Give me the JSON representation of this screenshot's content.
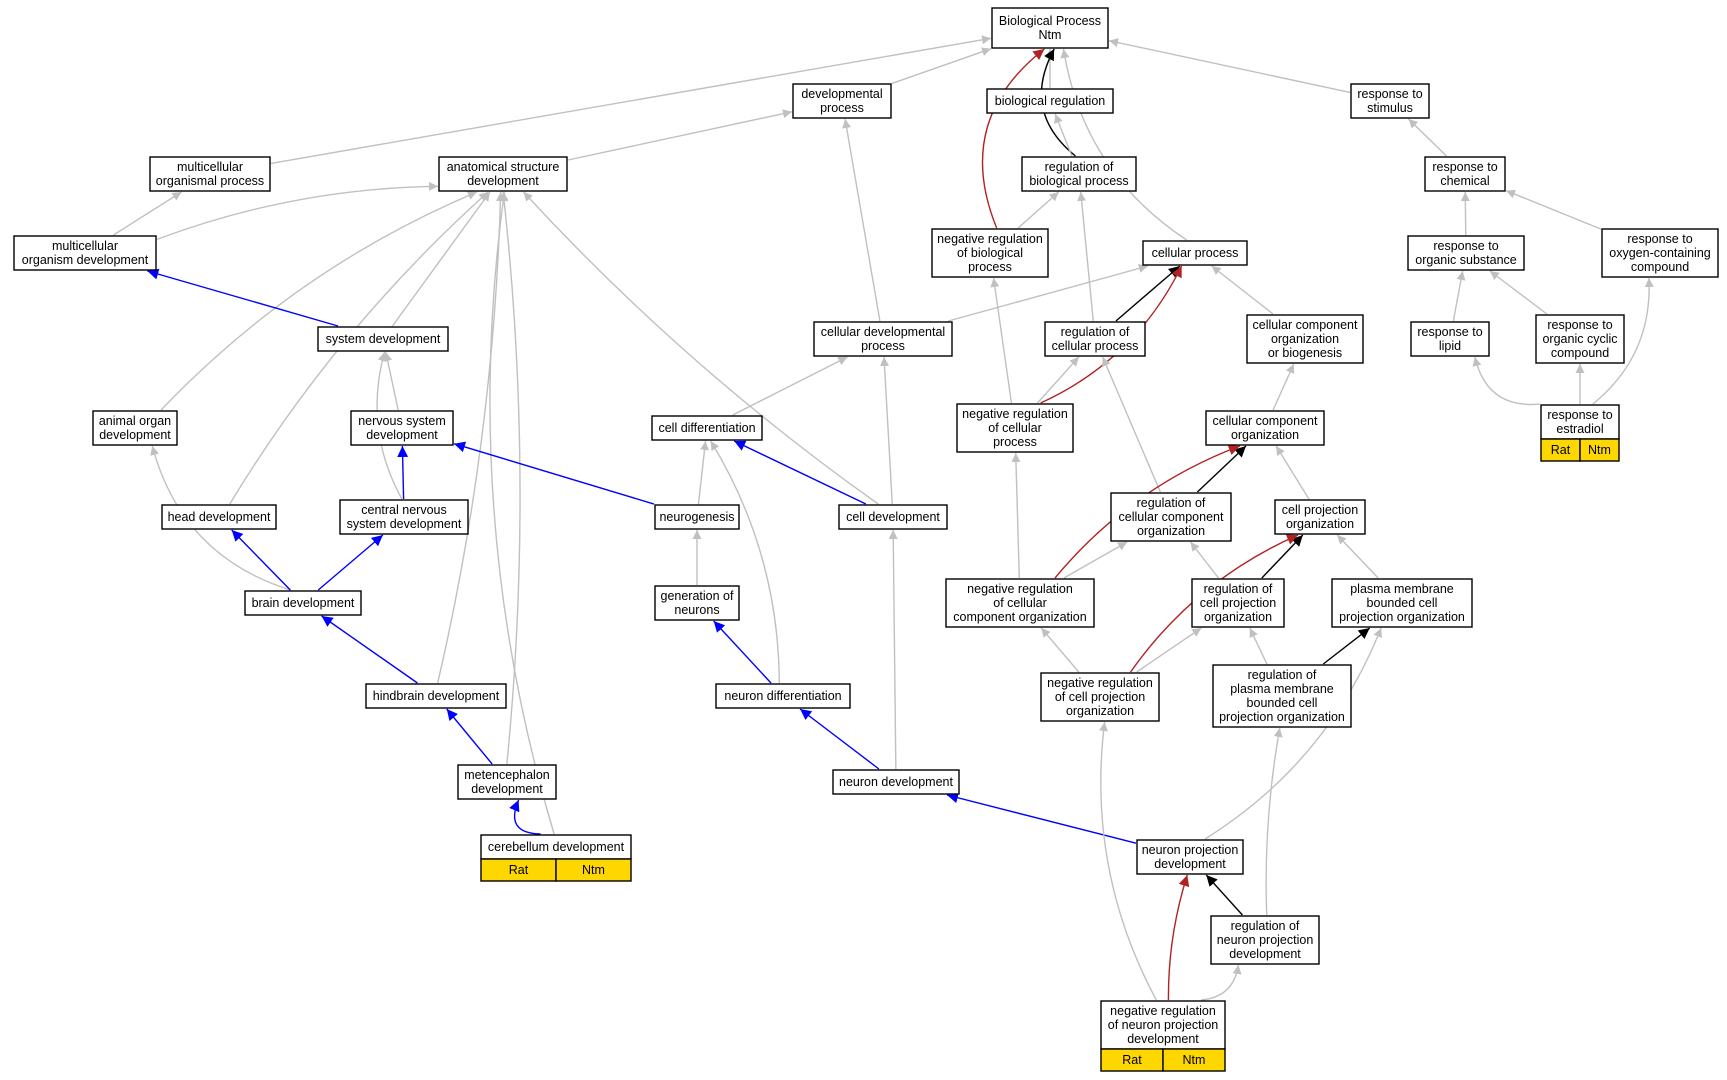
{
  "graph": {
    "root_title": "Biological Process",
    "root_gene": "Ntm",
    "tag_labels": [
      "Rat",
      "Ntm"
    ],
    "edge_colors": {
      "is_a": "#c0c0c0",
      "part_of": "#0000ff",
      "regulates": "#000000",
      "negatively_regulates": "#b22222"
    },
    "nodes": [
      {
        "id": "bp",
        "lines": [
          "Biological Process",
          "Ntm"
        ]
      },
      {
        "id": "dev_proc",
        "lines": [
          "developmental",
          "process"
        ]
      },
      {
        "id": "bio_reg",
        "lines": [
          "biological regulation"
        ]
      },
      {
        "id": "resp_stim",
        "lines": [
          "response to",
          "stimulus"
        ]
      },
      {
        "id": "multi_proc",
        "lines": [
          "multicellular",
          "organismal process"
        ]
      },
      {
        "id": "anat_dev",
        "lines": [
          "anatomical structure",
          "development"
        ]
      },
      {
        "id": "reg_bio",
        "lines": [
          "regulation of",
          "biological process"
        ]
      },
      {
        "id": "resp_chem",
        "lines": [
          "response to",
          "chemical"
        ]
      },
      {
        "id": "multi_dev",
        "lines": [
          "multicellular",
          "organism development"
        ]
      },
      {
        "id": "neg_reg_bio",
        "lines": [
          "negative regulation",
          "of biological",
          "process"
        ]
      },
      {
        "id": "cell_proc",
        "lines": [
          "cellular process"
        ]
      },
      {
        "id": "resp_org",
        "lines": [
          "response to",
          "organic substance"
        ]
      },
      {
        "id": "resp_oxy",
        "lines": [
          "response to",
          "oxygen-containing",
          "compound"
        ]
      },
      {
        "id": "sys_dev",
        "lines": [
          "system development"
        ]
      },
      {
        "id": "cell_dev_proc",
        "lines": [
          "cellular developmental",
          "process"
        ]
      },
      {
        "id": "reg_cell",
        "lines": [
          "regulation of",
          "cellular process"
        ]
      },
      {
        "id": "ccob",
        "lines": [
          "cellular component",
          "organization",
          "or biogenesis"
        ]
      },
      {
        "id": "resp_lipid",
        "lines": [
          "response to",
          "lipid"
        ]
      },
      {
        "id": "resp_cyclic",
        "lines": [
          "response to",
          "organic cyclic",
          "compound"
        ]
      },
      {
        "id": "animal_organ",
        "lines": [
          "animal organ",
          "development"
        ]
      },
      {
        "id": "ns_dev",
        "lines": [
          "nervous system",
          "development"
        ]
      },
      {
        "id": "cell_diff",
        "lines": [
          "cell differentiation"
        ]
      },
      {
        "id": "neg_reg_cell",
        "lines": [
          "negative regulation",
          "of cellular",
          "process"
        ]
      },
      {
        "id": "cco",
        "lines": [
          "cellular component",
          "organization"
        ]
      },
      {
        "id": "resp_estradiol",
        "lines": [
          "response to",
          "estradiol"
        ],
        "tags": true
      },
      {
        "id": "head_dev",
        "lines": [
          "head development"
        ]
      },
      {
        "id": "cns_dev",
        "lines": [
          "central nervous",
          "system development"
        ]
      },
      {
        "id": "neurogenesis",
        "lines": [
          "neurogenesis"
        ]
      },
      {
        "id": "cell_dev",
        "lines": [
          "cell development"
        ]
      },
      {
        "id": "reg_cco",
        "lines": [
          "regulation of",
          "cellular component",
          "organization"
        ]
      },
      {
        "id": "cpo",
        "lines": [
          "cell projection",
          "organization"
        ]
      },
      {
        "id": "brain_dev",
        "lines": [
          "brain development"
        ]
      },
      {
        "id": "gen_neurons",
        "lines": [
          "generation of",
          "neurons"
        ]
      },
      {
        "id": "neg_reg_cco",
        "lines": [
          "negative regulation",
          "of cellular",
          "component organization"
        ]
      },
      {
        "id": "reg_cpo",
        "lines": [
          "regulation of",
          "cell projection",
          "organization"
        ]
      },
      {
        "id": "pmbcpo",
        "lines": [
          "plasma membrane",
          "bounded cell",
          "projection organization"
        ]
      },
      {
        "id": "hind_dev",
        "lines": [
          "hindbrain development"
        ]
      },
      {
        "id": "neuron_diff",
        "lines": [
          "neuron differentiation"
        ]
      },
      {
        "id": "neg_reg_cpo",
        "lines": [
          "negative regulation",
          "of cell projection",
          "organization"
        ]
      },
      {
        "id": "reg_pmbcpo",
        "lines": [
          "regulation of",
          "plasma membrane",
          "bounded cell",
          "projection organization"
        ]
      },
      {
        "id": "met_dev",
        "lines": [
          "metencephalon",
          "development"
        ]
      },
      {
        "id": "neuron_dev",
        "lines": [
          "neuron development"
        ]
      },
      {
        "id": "cereb_dev",
        "lines": [
          "cerebellum development"
        ],
        "tags": true
      },
      {
        "id": "npd",
        "lines": [
          "neuron projection",
          "development"
        ]
      },
      {
        "id": "reg_npd",
        "lines": [
          "regulation of",
          "neuron projection",
          "development"
        ]
      },
      {
        "id": "neg_reg_npd",
        "lines": [
          "negative regulation",
          "of neuron projection",
          "development"
        ],
        "tags": true
      }
    ],
    "edges": [
      {
        "from": "dev_proc",
        "to": "bp",
        "type": "is_a"
      },
      {
        "from": "bio_reg",
        "to": "bp",
        "type": "is_a"
      },
      {
        "from": "resp_stim",
        "to": "bp",
        "type": "is_a"
      },
      {
        "from": "multi_proc",
        "to": "bp",
        "type": "is_a"
      },
      {
        "from": "cell_proc",
        "to": "bp",
        "type": "is_a"
      },
      {
        "from": "reg_bio",
        "to": "bp",
        "type": "regulates"
      },
      {
        "from": "neg_reg_bio",
        "to": "bp",
        "type": "negatively_regulates"
      },
      {
        "from": "anat_dev",
        "to": "dev_proc",
        "type": "is_a"
      },
      {
        "from": "cell_dev_proc",
        "to": "dev_proc",
        "type": "is_a"
      },
      {
        "from": "reg_bio",
        "to": "bio_reg",
        "type": "is_a"
      },
      {
        "from": "neg_reg_bio",
        "to": "reg_bio",
        "type": "is_a"
      },
      {
        "from": "reg_cell",
        "to": "reg_bio",
        "type": "is_a"
      },
      {
        "from": "resp_chem",
        "to": "resp_stim",
        "type": "is_a"
      },
      {
        "from": "resp_org",
        "to": "resp_chem",
        "type": "is_a"
      },
      {
        "from": "resp_oxy",
        "to": "resp_chem",
        "type": "is_a"
      },
      {
        "from": "multi_dev",
        "to": "multi_proc",
        "type": "is_a"
      },
      {
        "from": "multi_dev",
        "to": "anat_dev",
        "type": "is_a"
      },
      {
        "from": "sys_dev",
        "to": "anat_dev",
        "type": "is_a"
      },
      {
        "from": "animal_organ",
        "to": "anat_dev",
        "type": "is_a"
      },
      {
        "from": "head_dev",
        "to": "anat_dev",
        "type": "is_a"
      },
      {
        "from": "hind_dev",
        "to": "anat_dev",
        "type": "is_a"
      },
      {
        "from": "met_dev",
        "to": "anat_dev",
        "type": "is_a"
      },
      {
        "from": "cereb_dev",
        "to": "anat_dev",
        "type": "is_a"
      },
      {
        "from": "cell_dev",
        "to": "anat_dev",
        "type": "is_a"
      },
      {
        "from": "sys_dev",
        "to": "multi_dev",
        "type": "part_of"
      },
      {
        "from": "ns_dev",
        "to": "sys_dev",
        "type": "is_a"
      },
      {
        "from": "cns_dev",
        "to": "sys_dev",
        "type": "is_a"
      },
      {
        "from": "cns_dev",
        "to": "ns_dev",
        "type": "part_of"
      },
      {
        "from": "neurogenesis",
        "to": "ns_dev",
        "type": "part_of"
      },
      {
        "from": "cell_dev_proc",
        "to": "cell_proc",
        "type": "is_a"
      },
      {
        "from": "ccob",
        "to": "cell_proc",
        "type": "is_a"
      },
      {
        "from": "reg_cell",
        "to": "cell_proc",
        "type": "regulates"
      },
      {
        "from": "neg_reg_cell",
        "to": "cell_proc",
        "type": "negatively_regulates"
      },
      {
        "from": "neg_reg_cell",
        "to": "neg_reg_bio",
        "type": "is_a"
      },
      {
        "from": "neg_reg_cell",
        "to": "reg_cell",
        "type": "is_a"
      },
      {
        "from": "reg_cco",
        "to": "reg_cell",
        "type": "is_a"
      },
      {
        "from": "cco",
        "to": "ccob",
        "type": "is_a"
      },
      {
        "from": "resp_lipid",
        "to": "resp_org",
        "type": "is_a"
      },
      {
        "from": "resp_cyclic",
        "to": "resp_org",
        "type": "is_a"
      },
      {
        "from": "resp_estradiol",
        "to": "resp_lipid",
        "type": "is_a"
      },
      {
        "from": "resp_estradiol",
        "to": "resp_cyclic",
        "type": "is_a"
      },
      {
        "from": "resp_estradiol",
        "to": "resp_oxy",
        "type": "is_a"
      },
      {
        "from": "brain_dev",
        "to": "animal_organ",
        "type": "is_a"
      },
      {
        "from": "cell_diff",
        "to": "cell_dev_proc",
        "type": "is_a"
      },
      {
        "from": "cell_dev",
        "to": "cell_dev_proc",
        "type": "is_a"
      },
      {
        "from": "neurogenesis",
        "to": "cell_diff",
        "type": "is_a"
      },
      {
        "from": "cell_dev",
        "to": "cell_diff",
        "type": "part_of"
      },
      {
        "from": "neuron_diff",
        "to": "cell_diff",
        "type": "is_a"
      },
      {
        "from": "reg_cco",
        "to": "cco",
        "type": "regulates"
      },
      {
        "from": "cpo",
        "to": "cco",
        "type": "is_a"
      },
      {
        "from": "neg_reg_cco",
        "to": "cco",
        "type": "negatively_regulates"
      },
      {
        "from": "neg_reg_cco",
        "to": "neg_reg_cell",
        "type": "is_a"
      },
      {
        "from": "neg_reg_cco",
        "to": "reg_cco",
        "type": "is_a"
      },
      {
        "from": "brain_dev",
        "to": "head_dev",
        "type": "part_of"
      },
      {
        "from": "brain_dev",
        "to": "cns_dev",
        "type": "part_of"
      },
      {
        "from": "gen_neurons",
        "to": "neurogenesis",
        "type": "is_a"
      },
      {
        "from": "neuron_diff",
        "to": "gen_neurons",
        "type": "part_of"
      },
      {
        "from": "neuron_dev",
        "to": "cell_dev",
        "type": "is_a"
      },
      {
        "from": "neuron_dev",
        "to": "neuron_diff",
        "type": "part_of"
      },
      {
        "from": "reg_cpo",
        "to": "reg_cco",
        "type": "is_a"
      },
      {
        "from": "reg_cpo",
        "to": "cpo",
        "type": "regulates"
      },
      {
        "from": "pmbcpo",
        "to": "cpo",
        "type": "is_a"
      },
      {
        "from": "neg_reg_cpo",
        "to": "cpo",
        "type": "negatively_regulates"
      },
      {
        "from": "neg_reg_cpo",
        "to": "neg_reg_cco",
        "type": "is_a"
      },
      {
        "from": "neg_reg_cpo",
        "to": "reg_cpo",
        "type": "is_a"
      },
      {
        "from": "reg_pmbcpo",
        "to": "reg_cpo",
        "type": "is_a"
      },
      {
        "from": "reg_pmbcpo",
        "to": "pmbcpo",
        "type": "regulates"
      },
      {
        "from": "hind_dev",
        "to": "brain_dev",
        "type": "part_of"
      },
      {
        "from": "met_dev",
        "to": "hind_dev",
        "type": "part_of"
      },
      {
        "from": "cereb_dev",
        "to": "met_dev",
        "type": "part_of"
      },
      {
        "from": "npd",
        "to": "neuron_dev",
        "type": "part_of"
      },
      {
        "from": "npd",
        "to": "pmbcpo",
        "type": "is_a"
      },
      {
        "from": "reg_npd",
        "to": "npd",
        "type": "regulates"
      },
      {
        "from": "reg_npd",
        "to": "reg_pmbcpo",
        "type": "is_a"
      },
      {
        "from": "neg_reg_npd",
        "to": "npd",
        "type": "negatively_regulates"
      },
      {
        "from": "neg_reg_npd",
        "to": "reg_npd",
        "type": "is_a"
      },
      {
        "from": "neg_reg_npd",
        "to": "neg_reg_cpo",
        "type": "is_a"
      }
    ]
  }
}
